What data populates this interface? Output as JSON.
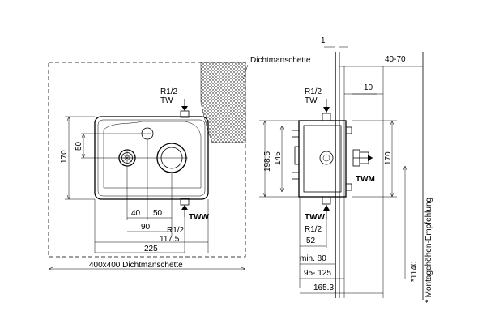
{
  "front_view": {
    "seal_label": "Dichtmanschette",
    "wall_dims": "400x400 Dichtmanschette",
    "tw_thread": "R1/2",
    "tw_label": "TW",
    "tww_label": "TWW",
    "tww_thread": "R1/2",
    "dim_height_total": "170",
    "dim_height_small": "50",
    "dim_40": "40",
    "dim_50": "50",
    "dim_90": "90",
    "dim_225": "225",
    "dim_117_5": "117.5"
  },
  "side_view": {
    "dim_1": "1",
    "dim_40_70": "40-70",
    "dim_10": "10",
    "tw_thread": "R1/2",
    "tw_label": "TW",
    "dim_198_5": "198.5",
    "dim_145": "145",
    "dim_170": "170",
    "twm_label": "TWM",
    "tww_label": "TWW",
    "tww_thread": "R1/2",
    "dim_52": "52",
    "dim_min_80": "min. 80",
    "dim_95_125": "95- 125",
    "dim_165_3": "165.3"
  },
  "notes": {
    "mount_height_value": "*1140",
    "mount_height_note": "* Montagehöhen-Empfehlung"
  }
}
